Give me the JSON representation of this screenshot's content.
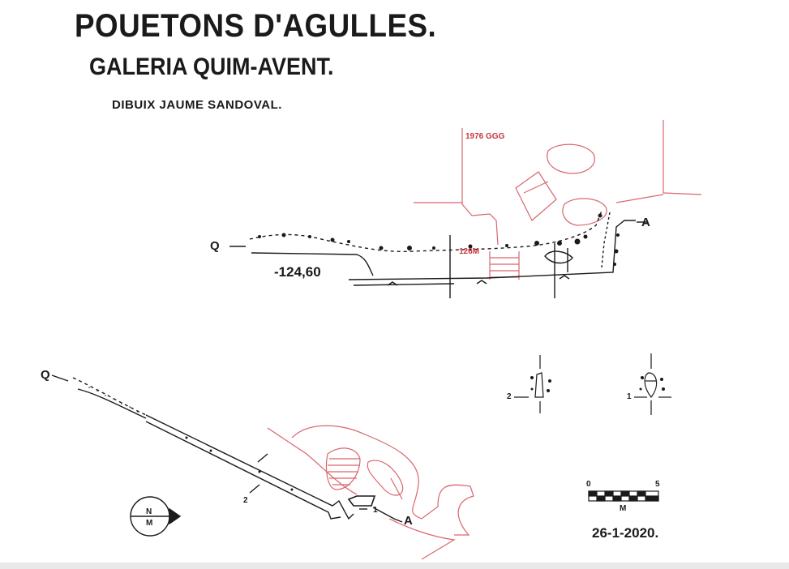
{
  "header": {
    "title": "POUETONS D'AGULLES.",
    "subtitle": "GALERIA QUIM-AVENT.",
    "author": "DIBUIX JAUME SANDOVAL."
  },
  "profile": {
    "survey_note": "1976 GGG",
    "depth_label": "-124,60",
    "mark_label": "126M",
    "point_q": "Q",
    "point_a": "A"
  },
  "plan": {
    "point_q": "Q",
    "point_a": "A",
    "section_1": "1",
    "section_2": "2"
  },
  "sections": {
    "s2": "2",
    "s1": "1"
  },
  "compass": {
    "letter": "N",
    "letter2": "M"
  },
  "scale": {
    "zero": "0",
    "five": "5",
    "unit": "M"
  },
  "date": "26-1-2020.",
  "colors": {
    "ink": "#1a1a1a",
    "old_survey": "#c8343c"
  }
}
